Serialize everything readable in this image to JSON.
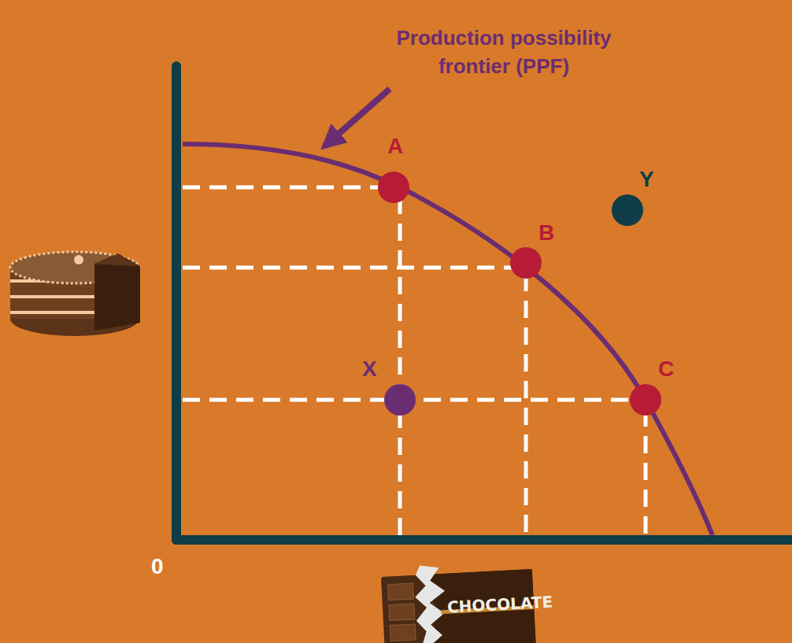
{
  "diagram": {
    "labels": [
      "Production possibility frontier (PPF)",
      "A",
      "Y",
      "B",
      "X",
      "C",
      "0",
      "CHOCOLATE"
    ]
  }
}
